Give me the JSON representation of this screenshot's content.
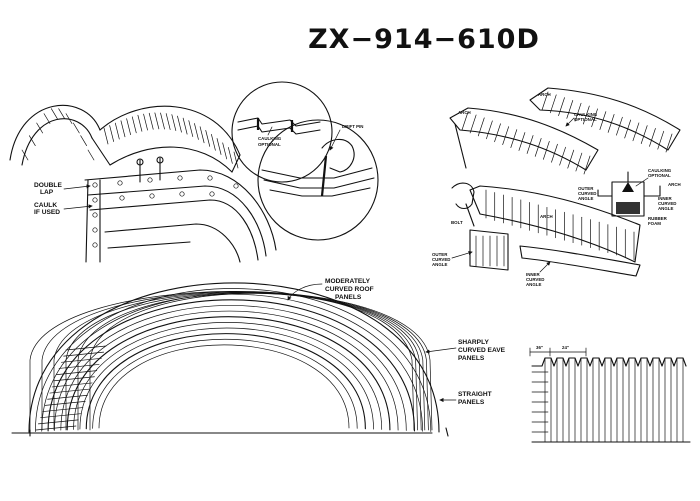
{
  "title": "ZX−914−610D",
  "callouts": {
    "double_lap": [
      "DOUBLE",
      "LAP"
    ],
    "caulk": [
      "CAULK",
      "IF USED"
    ],
    "caulking_optional_circle": [
      "CAULKING",
      "OPTIONAL"
    ],
    "drift_pin": "DRIFT PIN",
    "arch_top": "ARCH",
    "arch_left": "ARCH",
    "caulking_optional_right": [
      "CAULKING",
      "OPTIONAL"
    ],
    "caulking_optional_detail": [
      "CAULKING",
      "OPTIONAL"
    ],
    "arch_detail": "ARCH",
    "outer_curved_angle": [
      "OUTER",
      "CURVED",
      "ANGLE"
    ],
    "inner_curved_angle_detail": [
      "INNER",
      "CURVED",
      "ANGLE"
    ],
    "rubber_foam": [
      "RUBBER",
      "FOAM"
    ],
    "bolt": "BOLT",
    "arch_lower": "ARCH",
    "outer_curved_angle_lower": [
      "OUTER",
      "CURVED",
      "ANGLE"
    ],
    "inner_curved_angle_lower": [
      "INNER",
      "CURVED",
      "ANGLE"
    ],
    "moderately_curved": [
      "MODERATELY",
      "CURVED ROOF",
      "PANELS"
    ],
    "sharply_curved": [
      "SHARPLY",
      "CURVED EAVE",
      "PANELS"
    ],
    "straight_panels": [
      "STRAIGHT",
      "PANELS"
    ]
  },
  "dimension_labels": [
    "36\"",
    "24\""
  ]
}
